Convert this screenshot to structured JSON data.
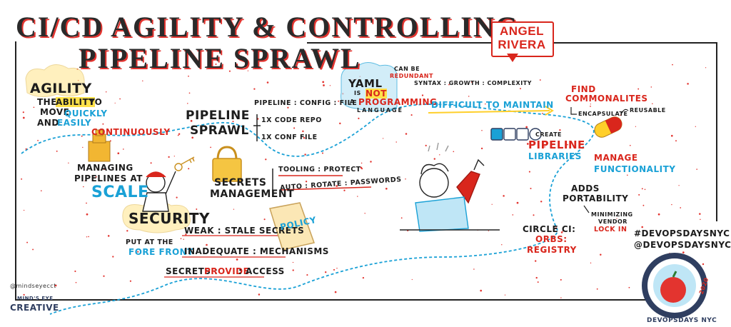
{
  "title": {
    "line1": "CI/CD AGILITY & CONTROLLING",
    "line2": "PIPELINE SPRAWL"
  },
  "speaker": "ANGEL RIVERA",
  "agility": {
    "heading": "AGILITY",
    "the": "THE",
    "ability": "ABILITY",
    "to": "TO",
    "move": "MOVE",
    "quickly": "QUICKLY",
    "and": "AND",
    "easily": "EASILY",
    "continuously": "CONTINUOUSLY"
  },
  "managing": {
    "line1": "MANAGING",
    "line2": "PIPELINES AT",
    "scale": "SCALE"
  },
  "security": {
    "heading": "SECURITY",
    "put": "PUT AT THE",
    "forefront": "FORE FRONT",
    "weak": "WEAK : STALE SECRETS",
    "inadequate": "INADEQUATE : MECHANISMS",
    "secrets_prefix": "SECRETS :",
    "provide": "PROVIDE",
    "access": ": ACCESS",
    "policy": "POLICY"
  },
  "sprawl": {
    "heading1": "PIPELINE",
    "heading2": "SPRAWL",
    "config": "PIPELINE : CONFIG : FILE",
    "repo": "1X CODE REPO",
    "conf": "1X CONF   FILE"
  },
  "secrets_mgmt": {
    "line1": "SECRETS",
    "line2": "MANAGEMENT",
    "tooling": "TOOLING : PROTECT",
    "auto": "AUTO : ROTATE : PASSWORDS"
  },
  "yaml": {
    "yaml": "YAML",
    "is": "IS",
    "not": "NOT",
    "a": "A",
    "programming": "PROGRAMMING",
    "language": "LANGUAGE",
    "can_be": "CAN BE",
    "redundant": "REDUNDANT",
    "syntax": "SYNTAX : GROWTH : COMPLEXITY",
    "difficult": "DIFFICULT TO MAINTAIN"
  },
  "right": {
    "find": "FIND",
    "commonalities": "COMMONALITES",
    "encapsulate": "ENCAPSULATE",
    "reusable": "REUSABLE",
    "create": "CREATE",
    "pipeline": "PIPELINE",
    "libraries": "LIBRARIES",
    "manage": "MANAGE",
    "functionality": "FUNCTIONALITY",
    "adds": "ADDS",
    "portability": "PORTABILITY",
    "minimizing": "MINIMIZING",
    "vendor": "VENDOR",
    "lockin": "LOCK IN",
    "circle": "CIRCLE CI:",
    "orbs": "ORBS:",
    "registry": "REGISTRY"
  },
  "hashtags": [
    "#DEVOPSDAYSNYC",
    "@DEVOPSDAYSNYC"
  ],
  "badge": {
    "year": "2020",
    "label": "DEVOPSDAYS NYC"
  },
  "credits": {
    "handle": "@mindseyecct",
    "brand1": "MIND'S EYE",
    "brand2": "CREATIVE"
  },
  "colors": {
    "red": "#d9261c",
    "blue": "#1aa1d6",
    "yellow": "#ffe14a",
    "ink": "#1c1c1c",
    "navy": "#2f3e60"
  }
}
